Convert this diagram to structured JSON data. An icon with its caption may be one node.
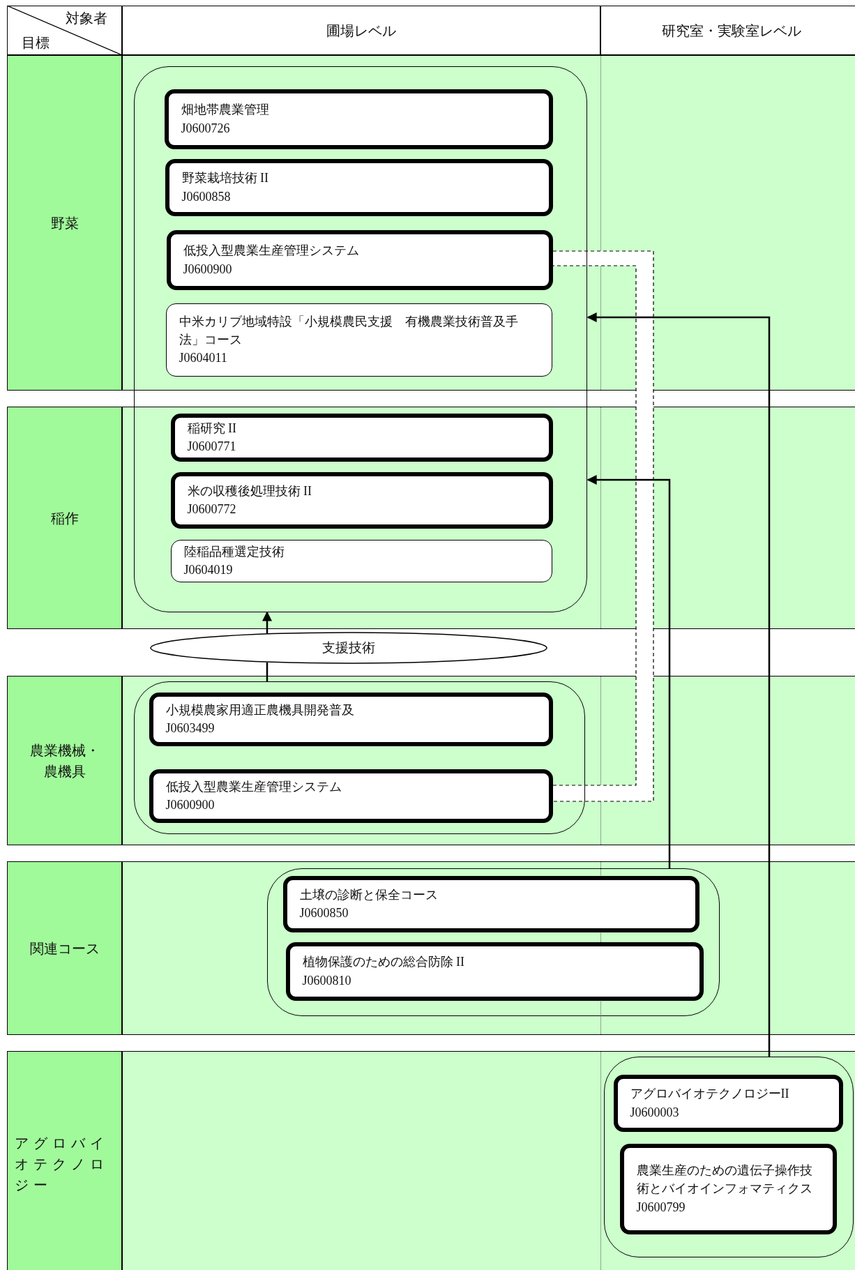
{
  "diagram": {
    "nodes": [
      {
        "text": [],
        "shape": "box"
      },
      {
        "text": [
          "畑地帯農業管理",
          "J0600726"
        ],
        "in": 0
      },
      {
        "text": [
          "野菜栽培技術 II",
          "J0600858"
        ],
        "in": 0
      },
      {
        "text": [
          "低投入型農業生産管理システム",
          "J0600900"
        ],
        "in": 0
      },
      {
        "text": [
          "中米カリブ地域特設「小規模農民支援　有機農業技術普及手法」コース",
          "J0604011"
        ],
        "in": 0
      },
      {
        "text": [
          "稲研究 II",
          "J0600771"
        ],
        "in": 0
      },
      {
        "text": [
          "米の収穫後処理技術 II",
          "J0600772"
        ],
        "in": 0
      },
      {
        "text": [
          "陸稲品種選定技術",
          "J0604019"
        ],
        "in": 0
      },
      {
        "text": [
          "支援技術"
        ]
      },
      {
        "text": [],
        "shape": "box"
      },
      {
        "text": [
          "小規模農家用適正農機具開発普及",
          "J0603499"
        ],
        "in": 9
      },
      {
        "text": [
          "低投入型農業生産管理システム",
          "J0600900"
        ],
        "in": 9
      },
      {
        "text": [],
        "shape": "box"
      },
      {
        "text": [
          "土壌の診断と保全コース",
          "J0600850"
        ],
        "in": 12
      },
      {
        "text": [
          "植物保護のための総合防除 II",
          "J0600810"
        ],
        "in": 12
      },
      {
        "text": [],
        "shape": "box"
      },
      {
        "text": [
          "アグロバイオテクノロジーII",
          "J0600003"
        ],
        "in": 15
      },
      {
        "text": [
          "農業生産のための遺伝子操作技術とバイオインフォマティクス",
          "J0600799"
        ],
        "in": 15
      }
    ],
    "edges": [
      {
        "from": 3,
        "to": 11,
        "arrow": "none",
        "style": "dashed"
      },
      {
        "from": 15,
        "to": 0,
        "arrow": "to"
      },
      {
        "from": 12,
        "to": 0,
        "arrow": "to"
      },
      {
        "from": 9,
        "to": 8,
        "arrow": "none"
      },
      {
        "from": 8,
        "to": 0,
        "arrow": "to"
      }
    ],
    "labels": [
      "対象者",
      "目標",
      "圃場レベル",
      "研究室・実験室レベル",
      "野菜",
      "稲作",
      "農業機械・農機具",
      "関連コース",
      "アグロバイオテクノロジー"
    ]
  }
}
